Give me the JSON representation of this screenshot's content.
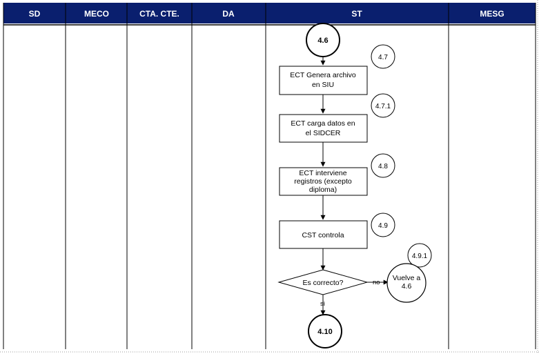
{
  "colors": {
    "header_bg": "#0a1f6e",
    "header_text": "#ffffff",
    "line": "#000000",
    "dotted_border": "#9a9a9a"
  },
  "lanes": [
    {
      "label": "SD"
    },
    {
      "label": "MECO"
    },
    {
      "label": "CTA. CTE."
    },
    {
      "label": "DA"
    },
    {
      "label": "ST"
    },
    {
      "label": "MESG"
    }
  ],
  "connectors": {
    "start": "4.6",
    "end": "4.10"
  },
  "process_boxes": [
    {
      "lines": [
        "ECT Genera archivo",
        "en SIU"
      ]
    },
    {
      "lines": [
        "ECT carga datos en",
        "el SIDCER"
      ]
    },
    {
      "lines": [
        "ECT interviene",
        "registros (excepto",
        "diploma)"
      ]
    },
    {
      "lines": [
        "CST controla"
      ]
    }
  ],
  "references": [
    "4.7",
    "4.7.1",
    "4.8",
    "4.9",
    "4.9.1"
  ],
  "decision": {
    "text": "Es correcto?",
    "no_label": "no",
    "yes_label": "si"
  },
  "return_node": {
    "lines": [
      "Vuelve a",
      "4.6"
    ]
  }
}
